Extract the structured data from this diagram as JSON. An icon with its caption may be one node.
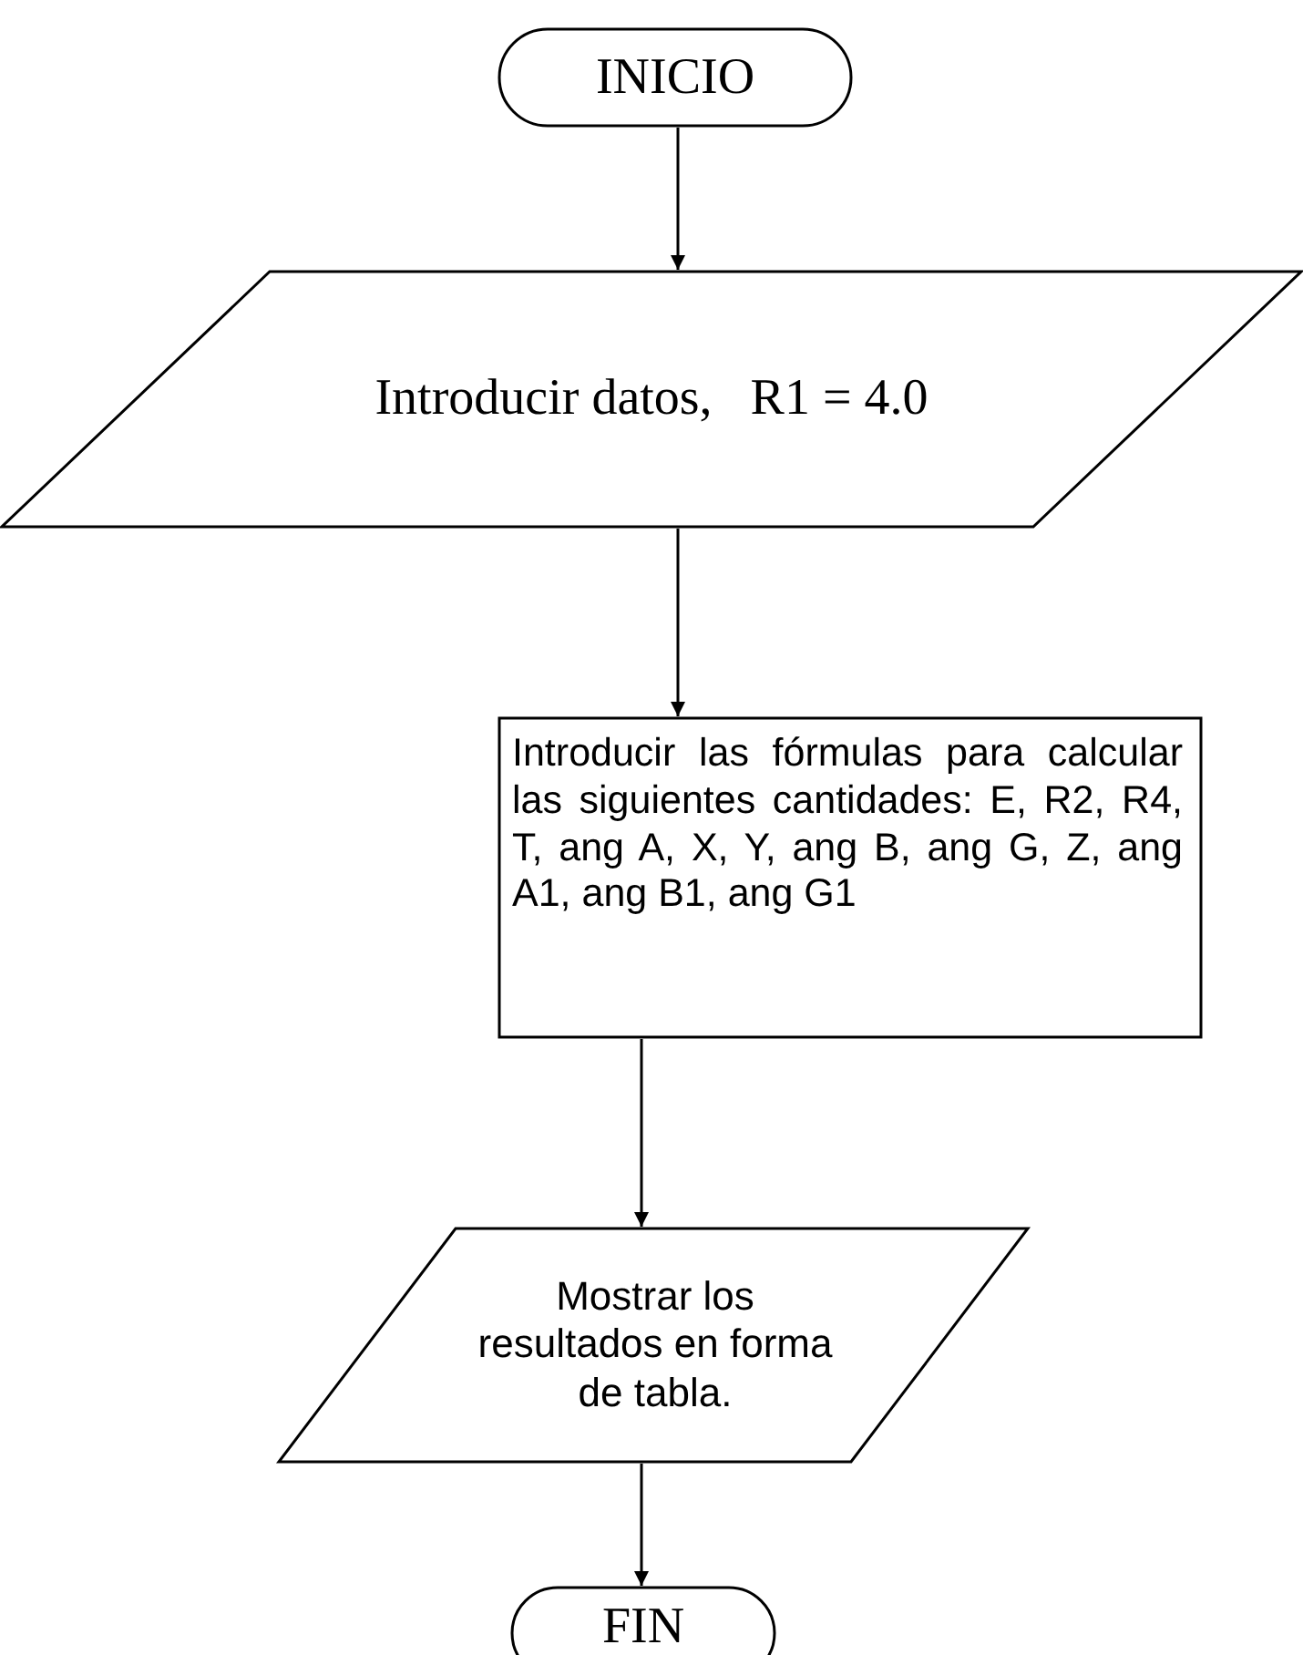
{
  "diagram": {
    "nodes": [
      {
        "text": [
          "INICIO"
        ]
      },
      {
        "text": [
          "Introducir datos,   R1 = 4.0"
        ]
      },
      {
        "text": [
          "Introducir las fórmulas para calcular las siguientes cantidades: E, R2, R4, T, ang A, X, Y, ang B, ang G, Z, ang A1, ang B1, ang G1"
        ]
      },
      {
        "text": [
          "Mostrar los resultados en forma de tabla."
        ]
      },
      {
        "text": [
          "FIN"
        ]
      }
    ],
    "edges": [
      {
        "from": 0,
        "to": 1,
        "arrow": "to"
      },
      {
        "from": 1,
        "to": 2,
        "arrow": "to"
      },
      {
        "from": 2,
        "to": 3,
        "arrow": "to"
      },
      {
        "from": 3,
        "to": 4,
        "arrow": "to"
      }
    ]
  }
}
